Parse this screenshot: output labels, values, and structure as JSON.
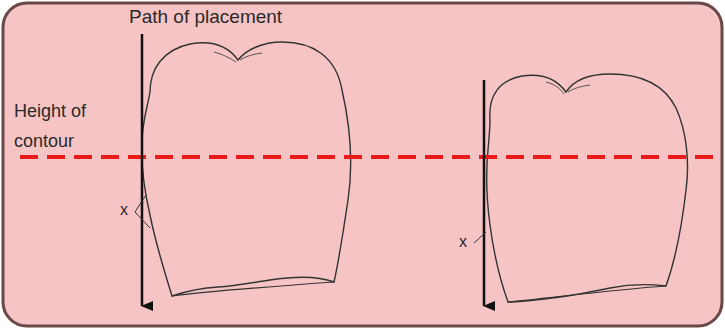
{
  "diagram": {
    "labels": [
      "Path of placement",
      "Height of contour",
      "x",
      "x"
    ]
  }
}
